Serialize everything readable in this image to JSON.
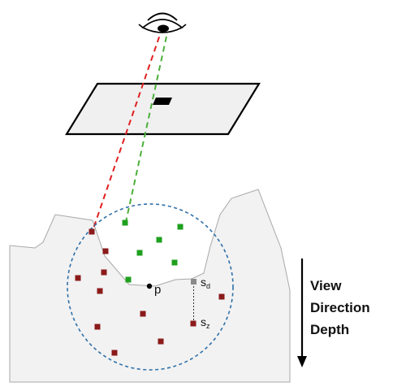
{
  "labels": {
    "p": "p",
    "sd_base": "s",
    "sd_sub": "d",
    "sz_base": "s",
    "sz_sub": "z",
    "view_direction": [
      "View",
      "Direction",
      "Depth"
    ]
  },
  "colors": {
    "red_samples": "#8b1a1a",
    "green_samples": "#1fa01f",
    "gray_sample": "#8a8a8a",
    "red_ray": "#e02020",
    "green_ray": "#4caf3a",
    "sphere_outline": "#2d6fa8",
    "surface_fill": "#f2f2f2",
    "image_plane_fill": "#f0f0f0"
  },
  "icons": {
    "viewer": "eye-icon",
    "arrow": "arrow-down-icon"
  }
}
